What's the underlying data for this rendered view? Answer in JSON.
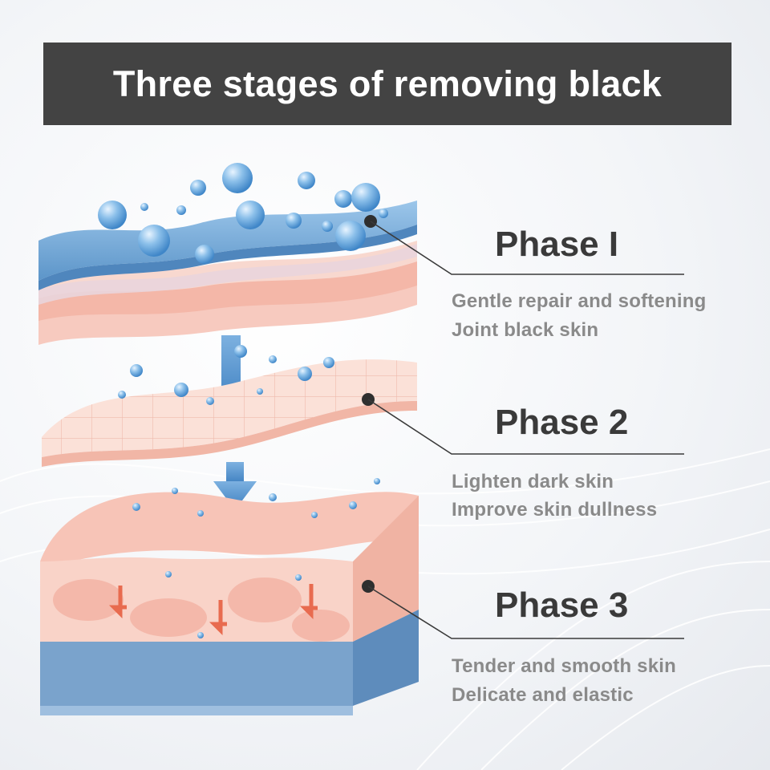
{
  "header": {
    "title": "Three stages of removing black"
  },
  "phases": [
    {
      "title": "Phase I",
      "lines": [
        "Gentle repair and softening",
        "Joint black skin"
      ]
    },
    {
      "title": "Phase 2",
      "lines": [
        "Lighten dark skin",
        "Improve skin dullness"
      ]
    },
    {
      "title": "Phase 3",
      "lines": [
        "Tender and smooth skin",
        "Delicate and elastic"
      ]
    }
  ],
  "colors": {
    "title_bar": "#434343",
    "title_text": "#ffffff",
    "phase_title": "#3a3a3a",
    "phase_text": "#8a8a8a",
    "mask_blue": "#6fa6d6",
    "skin_pink": "#f6c9bd",
    "arrow_blue": "#4a8bc9"
  }
}
